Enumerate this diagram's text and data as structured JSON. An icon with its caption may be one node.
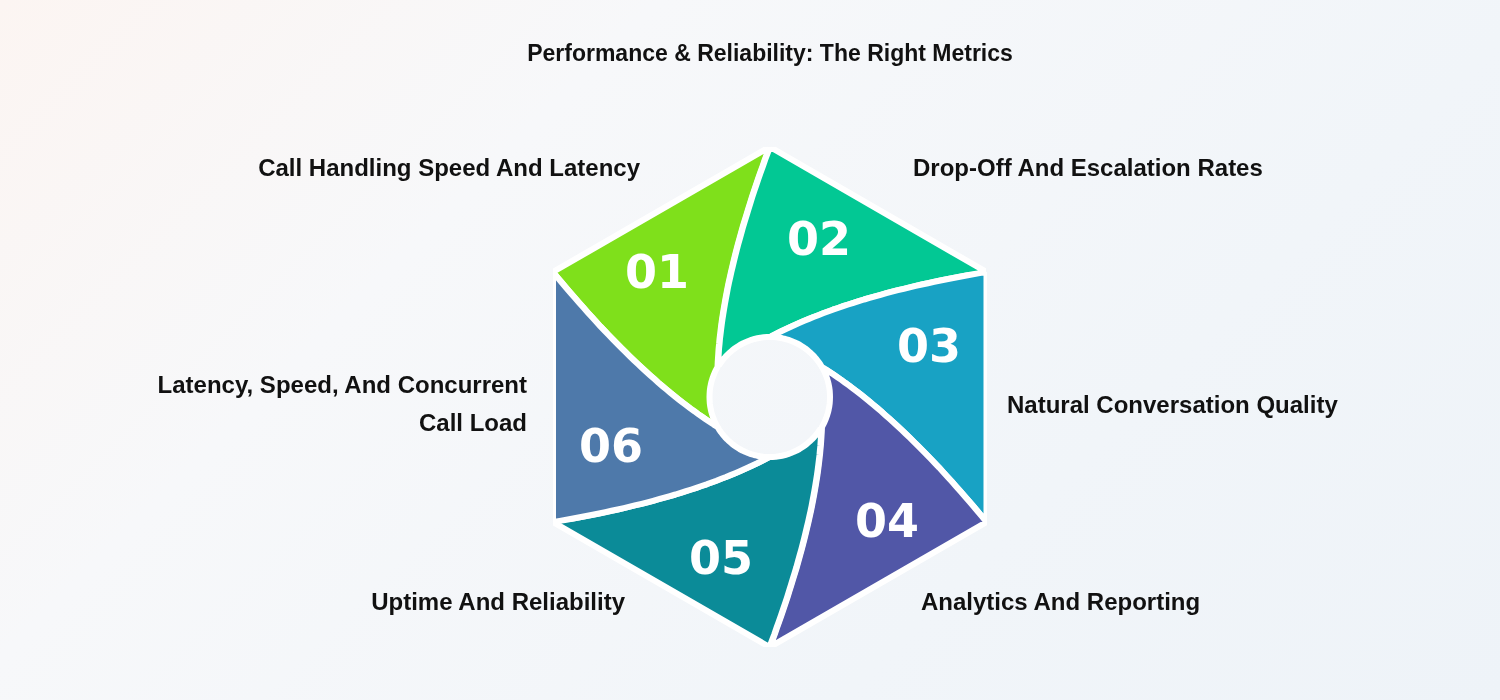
{
  "diagram": {
    "title": "Performance & Reliability: The Right Metrics",
    "nodes": [
      {
        "text": [
          "01"
        ],
        "beside": [
          "Call Handling Speed And Latency"
        ]
      },
      {
        "text": [
          "02"
        ],
        "beside": [
          "Drop-Off And Escalation Rates"
        ]
      },
      {
        "text": [
          "03"
        ],
        "beside": [
          "Natural Conversation Quality"
        ]
      },
      {
        "text": [
          "04"
        ],
        "beside": [
          "Analytics And Reporting"
        ]
      },
      {
        "text": [
          "05"
        ],
        "beside": [
          "Uptime And Reliability"
        ]
      },
      {
        "text": [
          "06"
        ],
        "beside": [
          "Latency, Speed, And Concurrent Call Load"
        ]
      }
    ]
  }
}
